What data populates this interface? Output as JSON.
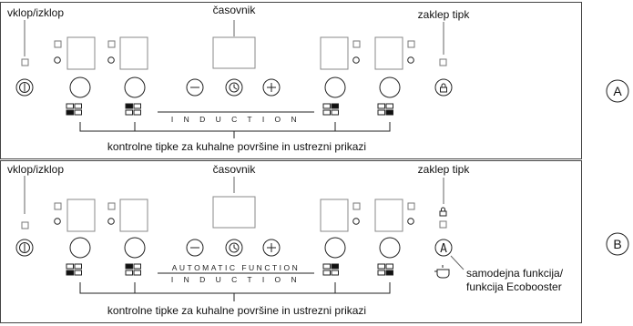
{
  "panel_a": {
    "label_onoff": "vklop/izklop",
    "label_timer": "časovnik",
    "label_lock": "zaklep tipk",
    "strip_text": "I N D U C T I O N",
    "caption": "kontrolne tipke za kuhalne površine in ustrezni prikazi",
    "marker": "A"
  },
  "panel_b": {
    "label_onoff": "vklop/izklop",
    "label_timer": "časovnik",
    "label_lock": "zaklep tipk",
    "strip_auto": "AUTOMATIC FUNCTION",
    "strip_text": "I N D U C T I O N",
    "auto_label_1": "samodejna funkcija/",
    "auto_label_2": "funkcija Ecobooster",
    "caption": "kontrolne tipke za kuhalne površine in ustrezni prikazi",
    "marker": "B"
  }
}
